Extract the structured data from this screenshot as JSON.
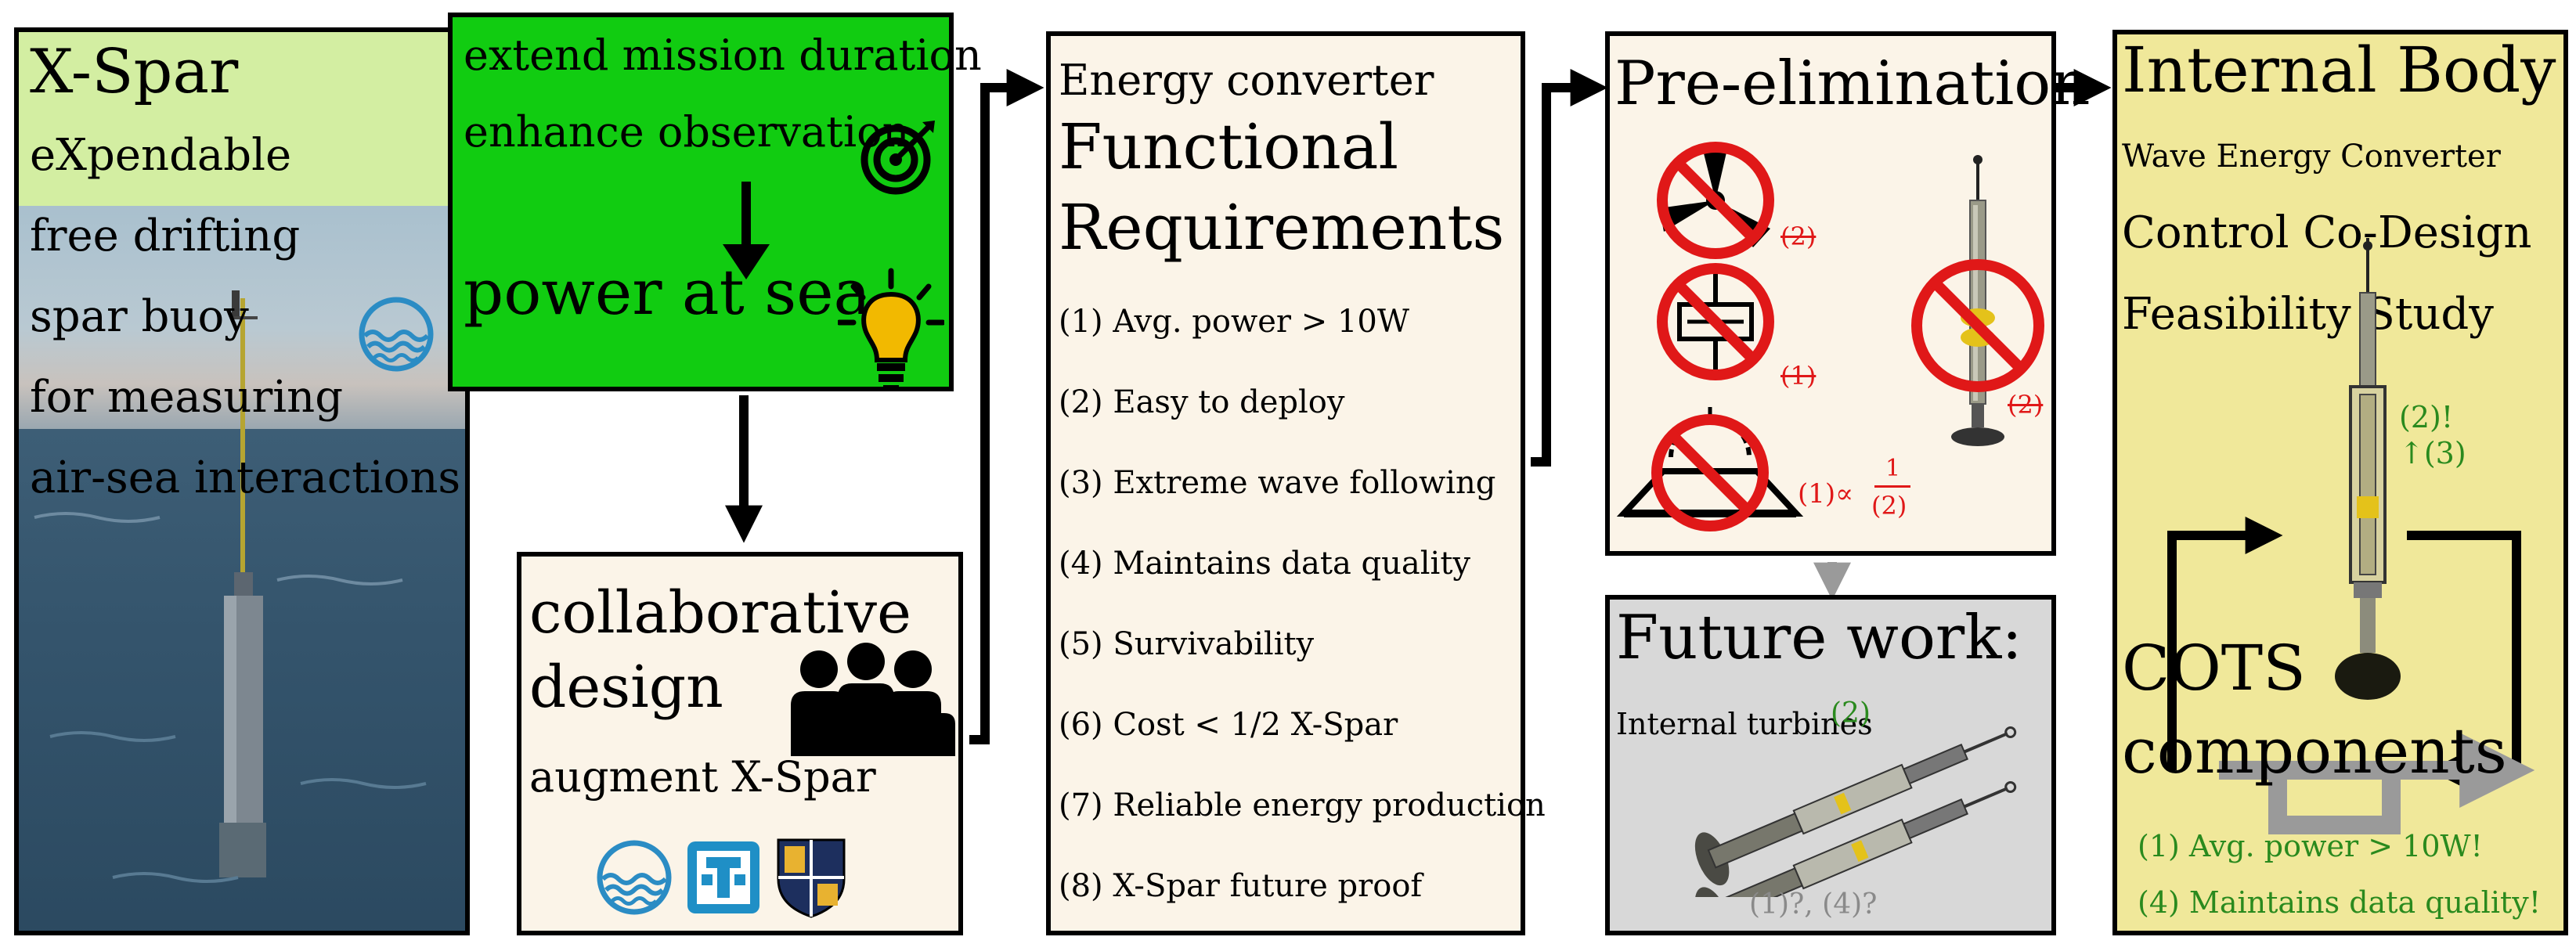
{
  "xspar": {
    "title": "X-Spar",
    "lines": [
      "eXpendable",
      "free drifting",
      "spar buoy",
      "for measuring",
      "air-sea interactions"
    ]
  },
  "goals": {
    "line1": "extend mission duration",
    "line2": "enhance observation",
    "power": "power at sea"
  },
  "collab": {
    "line1": "collaborative",
    "line2": "design",
    "augment": "augment X-Spar"
  },
  "requirements": {
    "heading": "Energy converter",
    "title1": "Functional",
    "title2": "Requirements",
    "items": [
      "(1) Avg. power > 10W",
      "(2) Easy to deploy",
      "(3) Extreme wave following",
      "(4) Maintains data quality",
      "(5) Survivability",
      "(6) Cost < 1/2 X-Spar",
      "(7) Reliable energy production",
      "(8) X-Spar future proof"
    ]
  },
  "preelim": {
    "title": "Pre-elimination",
    "tag_turbine": "(2)",
    "tag_capacitor": "(1)",
    "tag_buoy": "(2)",
    "prop_prefix": "(1)∝",
    "frac_num": "1",
    "frac_den": "(2)"
  },
  "future": {
    "title": "Future work:",
    "label": "Internal turbines",
    "tag": "(2)",
    "footer": "(1)?, (4)?"
  },
  "internal": {
    "title": "Internal Body",
    "sub": "Wave Energy Converter",
    "line2": "Control Co-Design",
    "line3": "Feasibility Study",
    "note1": "(2)!",
    "note2": "↑(3)",
    "cots1": "COTS",
    "cots2": "components",
    "req1": "(1) Avg. power > 10W!",
    "req2": "(4) Maintains data quality!"
  },
  "colors": {
    "xspar_top": "#d3eea2",
    "goals_bg": "#11cc11",
    "panel_bg": "#fbf4e8",
    "future_bg": "#d8d8d8",
    "internal_bg": "#f0e89a",
    "green_text": "#2a8a1e",
    "red_tag": "#e01818"
  }
}
